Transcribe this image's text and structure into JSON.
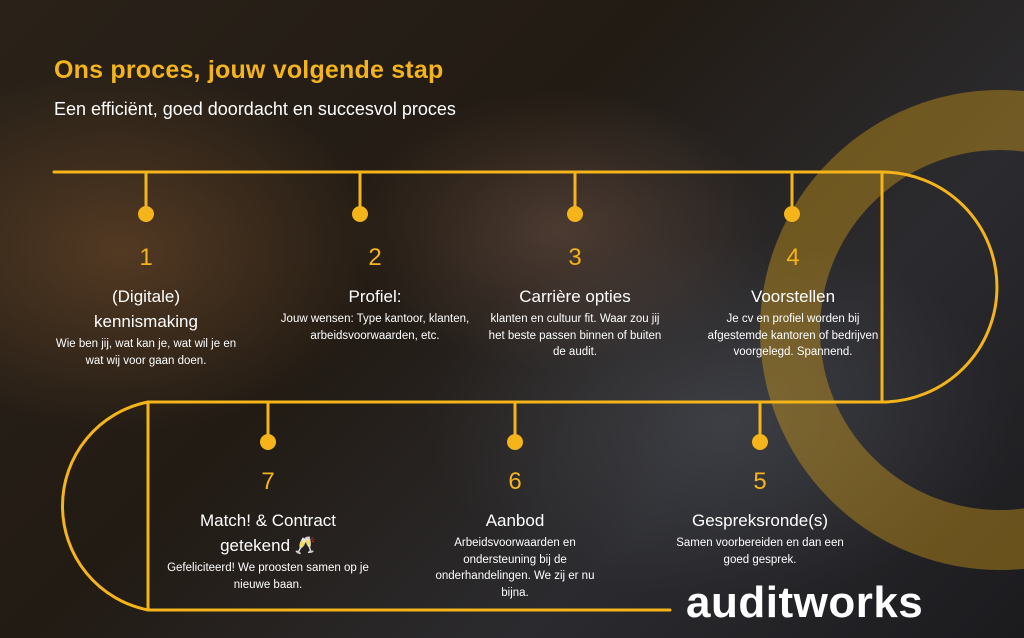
{
  "header": {
    "title": "Ons proces, jouw volgende stap",
    "subtitle": "Een efficiënt, goed doordacht en succesvol proces"
  },
  "steps": [
    {
      "number": "1",
      "title": "(Digitale)",
      "title2": "kennismaking",
      "description": "Wie ben jij, wat kan je, wat wil je en wat wij voor gaan doen."
    },
    {
      "number": "2",
      "title": "Profiel:",
      "description": "Jouw wensen: Type kantoor, klanten,  arbeidsvoorwaarden, etc."
    },
    {
      "number": "3",
      "title": "Carrière opties",
      "description": "klanten en cultuur fit. Waar zou jij het beste passen binnen of buiten de audit."
    },
    {
      "number": "4",
      "title": "Voorstellen",
      "description": "Je cv en profiel worden bij afgestemde kantoren of bedrijven voorgelegd. Spannend."
    },
    {
      "number": "5",
      "title": "Gespreksronde(s)",
      "description": "Samen voorbereiden en dan een goed gesprek."
    },
    {
      "number": "6",
      "title": "Aanbod",
      "description": "Arbeidsvoorwaarden en ondersteuning bij de onderhandelingen. We zij er nu bijna."
    },
    {
      "number": "7",
      "title": "Match! & Contract",
      "title2": "getekend 🥂",
      "description": "Gefeliciteerd! We proosten samen op je nieuwe baan."
    }
  ],
  "brand": {
    "logo_text": "auditworks"
  },
  "colors": {
    "accent": "#f4b41a",
    "text": "#ffffff",
    "ring": "#e6a817"
  }
}
